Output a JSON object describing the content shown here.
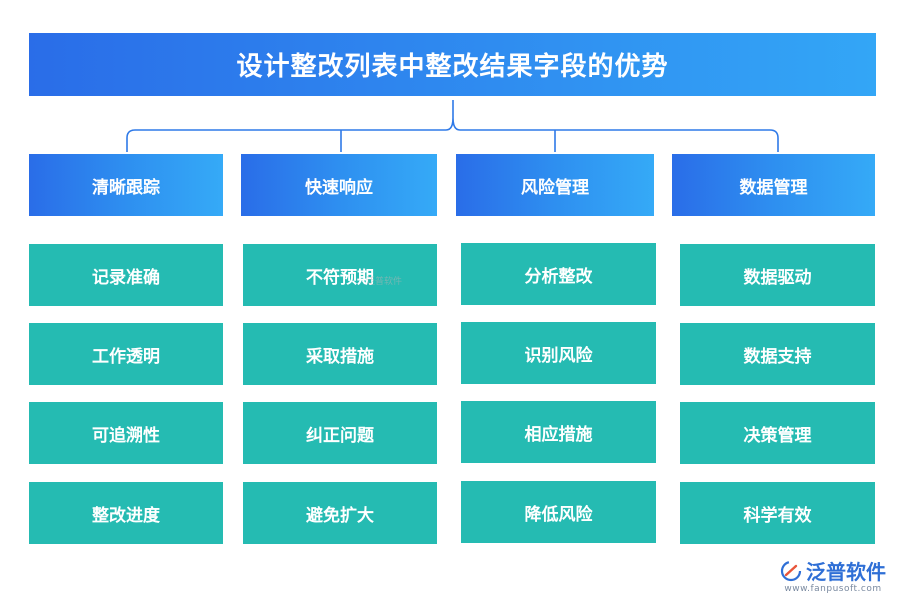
{
  "title": "设计整改列表中整改结果字段的优势",
  "columns": [
    {
      "category": "清晰跟踪",
      "items": [
        "记录准确",
        "工作透明",
        "可追溯性",
        "整改进度"
      ]
    },
    {
      "category": "快速响应",
      "items": [
        "不符预期",
        "采取措施",
        "纠正问题",
        "避免扩大"
      ]
    },
    {
      "category": "风险管理",
      "items": [
        "分析整改",
        "识别风险",
        "相应措施",
        "降低风险"
      ]
    },
    {
      "category": "数据管理",
      "items": [
        "数据驱动",
        "数据支持",
        "决策管理",
        "科学有效"
      ]
    }
  ],
  "watermark": "泛普软件",
  "logo": {
    "name": "泛普软件",
    "url": "www.fanpusoft.com"
  },
  "colors": {
    "title_bg": "#2f8cf0",
    "category_bg": "#2e8ff0",
    "item_bg": "#25bbb2",
    "text": "#ffffff"
  }
}
